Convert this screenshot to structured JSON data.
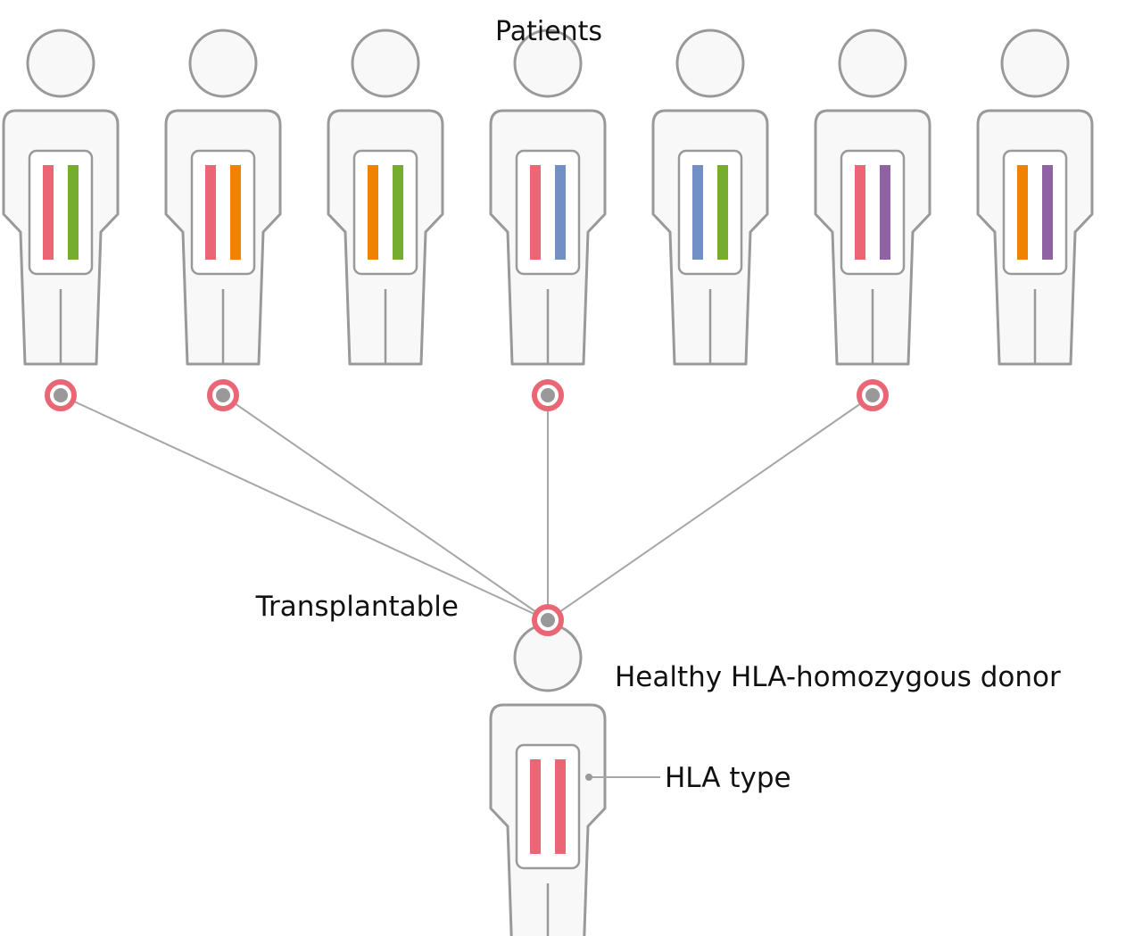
{
  "labels": {
    "patients": "Patients",
    "transplantable": "Transplantable",
    "donor": "Healthy HLA-homozygous donor",
    "hla_type": "HLA type"
  },
  "colors": {
    "red": "#ea6675",
    "green": "#76ad2e",
    "orange": "#ef8200",
    "blue": "#7390c6",
    "purple": "#8f62a3",
    "outline": "#999999",
    "body_fill": "#f8f8f8",
    "node_ring": "#ea6675",
    "node_core": "#999999"
  },
  "patients": [
    {
      "hla": [
        "red",
        "green"
      ],
      "match": true
    },
    {
      "hla": [
        "red",
        "orange"
      ],
      "match": true
    },
    {
      "hla": [
        "orange",
        "green"
      ],
      "match": false
    },
    {
      "hla": [
        "red",
        "blue"
      ],
      "match": true
    },
    {
      "hla": [
        "blue",
        "green"
      ],
      "match": false
    },
    {
      "hla": [
        "red",
        "purple"
      ],
      "match": true
    },
    {
      "hla": [
        "orange",
        "purple"
      ],
      "match": false
    }
  ],
  "donor": {
    "hla": [
      "red",
      "red"
    ]
  }
}
